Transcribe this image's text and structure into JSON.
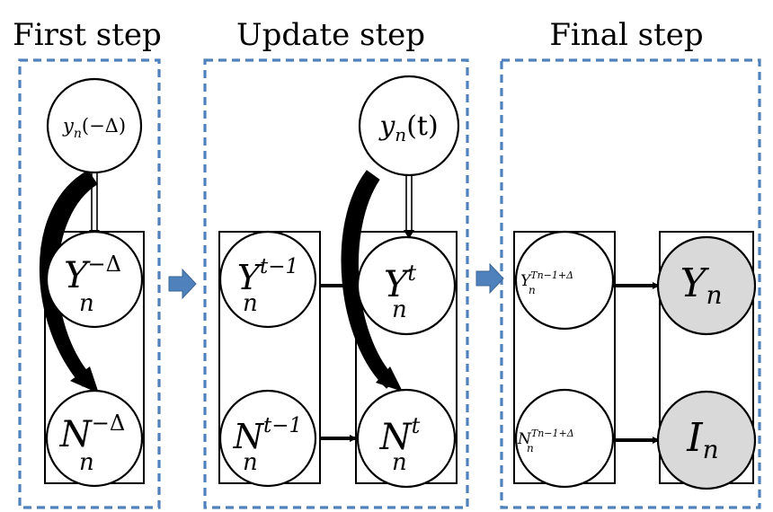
{
  "panels": [
    {
      "title": "First step"
    },
    {
      "title": "Update step"
    },
    {
      "title": "Final step"
    }
  ],
  "nodes": {
    "first_y": {
      "base": "y",
      "sub": "n",
      "arg": "(−Δ)"
    },
    "first_Y": {
      "base": "Y",
      "sub": "n",
      "sup": "−Δ"
    },
    "first_N": {
      "base": "N",
      "sub": "n",
      "sup": "−Δ"
    },
    "upd_y": {
      "base": "y",
      "sub": "n",
      "arg": "(t)"
    },
    "upd_Yprev": {
      "base": "Y",
      "sub": "n",
      "sup": "t−1"
    },
    "upd_Nprev": {
      "base": "N",
      "sub": "n",
      "sup": "t−1"
    },
    "upd_Y": {
      "base": "Y",
      "sub": "n",
      "sup": "t"
    },
    "upd_N": {
      "base": "N",
      "sub": "n",
      "sup": "t"
    },
    "fin_Yprev": {
      "base": "Y",
      "sub": "n",
      "sup": "Tn−1+Δ"
    },
    "fin_Nprev": {
      "base": "N",
      "sub": "n",
      "sup": "Tn−1+Δ"
    },
    "fin_Y": {
      "base": "Y",
      "sub": "n"
    },
    "fin_I": {
      "base": "I",
      "sub": "n"
    }
  },
  "colors": {
    "panel_border": "#4f81bd",
    "step_arrow": "#4f81bd",
    "observed_node_fill": "#d9d9d9"
  }
}
